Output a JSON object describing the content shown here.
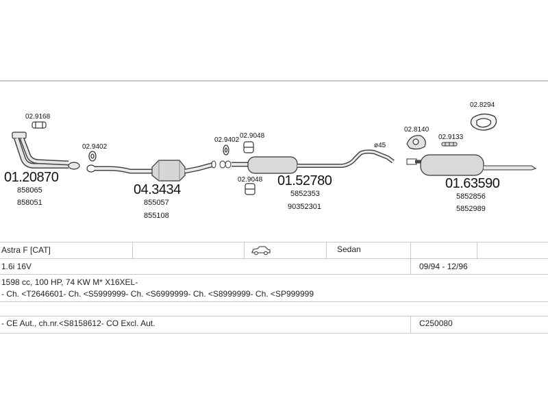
{
  "parts": {
    "clamp_front": "02.9168",
    "front_pipe": {
      "code": "01.20870",
      "ref1": "858065",
      "ref2": "858051"
    },
    "gasket_a": "02.9402",
    "catalyst": {
      "code": "04.3434",
      "ref1": "855057",
      "ref2": "855108"
    },
    "gasket_b": "02.9402",
    "clamp_mid_top": "02.9048",
    "clamp_mid_bottom": "02.9048",
    "middle_silencer": {
      "code": "01.52780",
      "ref1": "5852353",
      "ref2": "90352301"
    },
    "diameter_note": "ø45",
    "rubber_ring": "02.8294",
    "holder_a": "02.8140",
    "holder_b": "02.9133",
    "rear_silencer": {
      "code": "01.63590",
      "ref1": "5852856",
      "ref2": "5852989"
    }
  },
  "vehicle": {
    "model": "Astra F  [CAT]",
    "body_icon": "car-icon",
    "body": "Sedan",
    "engine": "1.6i 16V",
    "years": "09/94 - 12/96",
    "spec": "1598 cc, 100 HP, 74 KW M* X16XEL-",
    "chassis": "- Ch. <T2646601- Ch. <S5999999- Ch. <S6999999- Ch. <S8999999- Ch. <SP999999",
    "note": "- CE Aut., ch.nr.<S8158612- CO Excl. Aut.",
    "code": "C250080"
  }
}
